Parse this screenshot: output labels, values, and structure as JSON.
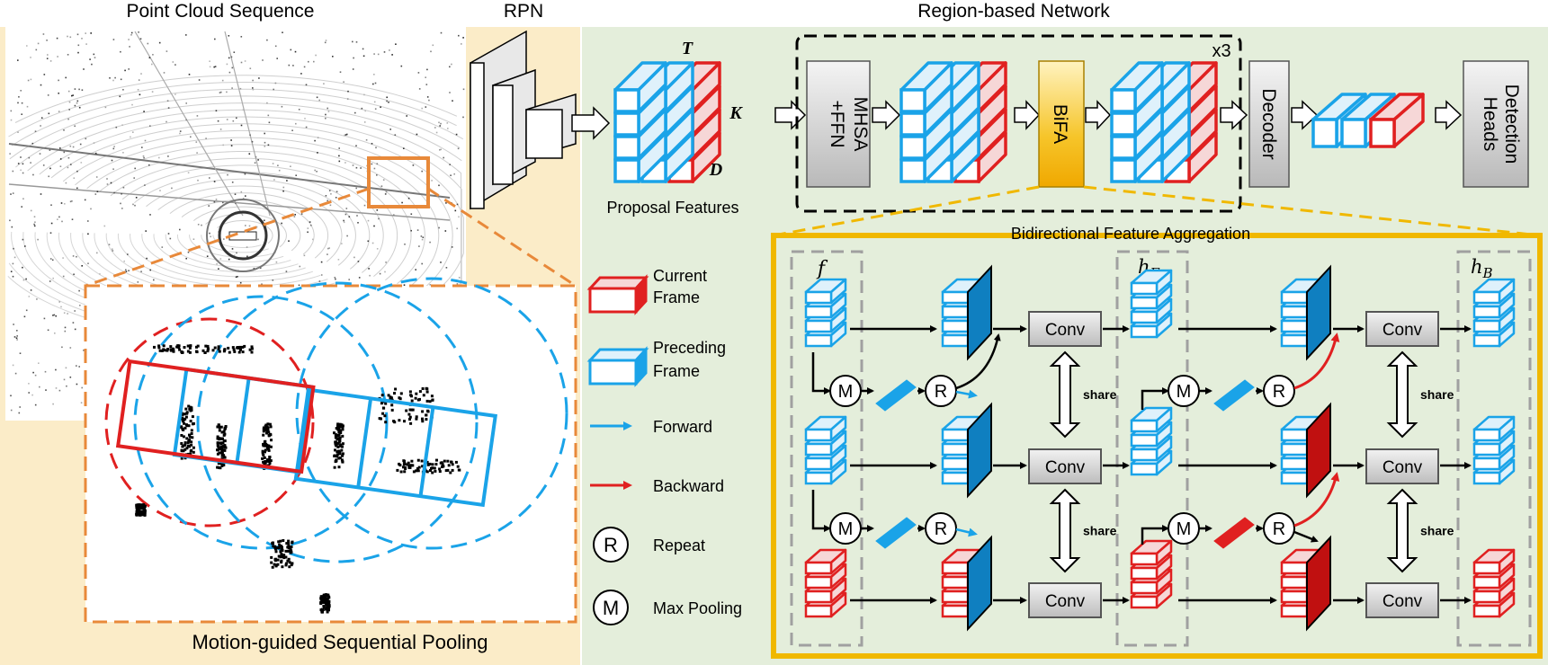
{
  "titles": {
    "point_cloud": "Point Cloud Sequence",
    "rpn": "RPN",
    "region": "Region-based Network",
    "pooling": "Motion-guided Sequential Pooling",
    "bifa_panel": "Bidirectional Feature Aggregation"
  },
  "proposal": {
    "caption": "Proposal Features",
    "dim_t": "T",
    "dim_k": "K",
    "dim_d": "D"
  },
  "modules": {
    "mhsa": "MHSA",
    "ffn": "+FFN",
    "bifa": "BiFA",
    "repeat": "x3",
    "decoder": "Decoder",
    "heads_line1": "Detection",
    "heads_line2": "Heads"
  },
  "legend": {
    "current_1": "Current",
    "current_2": "Frame",
    "preceding_1": "Preceding",
    "preceding_2": "Frame",
    "forward": "Forward",
    "backward": "Backward",
    "repeat_symbol": "R",
    "repeat": "Repeat",
    "maxpool_symbol": "M",
    "maxpool": "Max Pooling"
  },
  "bifa": {
    "f": "f",
    "hf": "h",
    "hf_sub": "F",
    "hb": "h",
    "hb_sub": "B",
    "conv": "Conv",
    "share": "share",
    "m": "M",
    "r": "R"
  },
  "colors": {
    "blue": "#1aa3e8",
    "blue_light": "#dff1fb",
    "red": "#e02020",
    "red_light": "#f6d7d7",
    "orange": "#e8893a",
    "gold": "#f0b800",
    "green_bg": "#e4eedb",
    "cream_bg": "#fbecc8"
  }
}
